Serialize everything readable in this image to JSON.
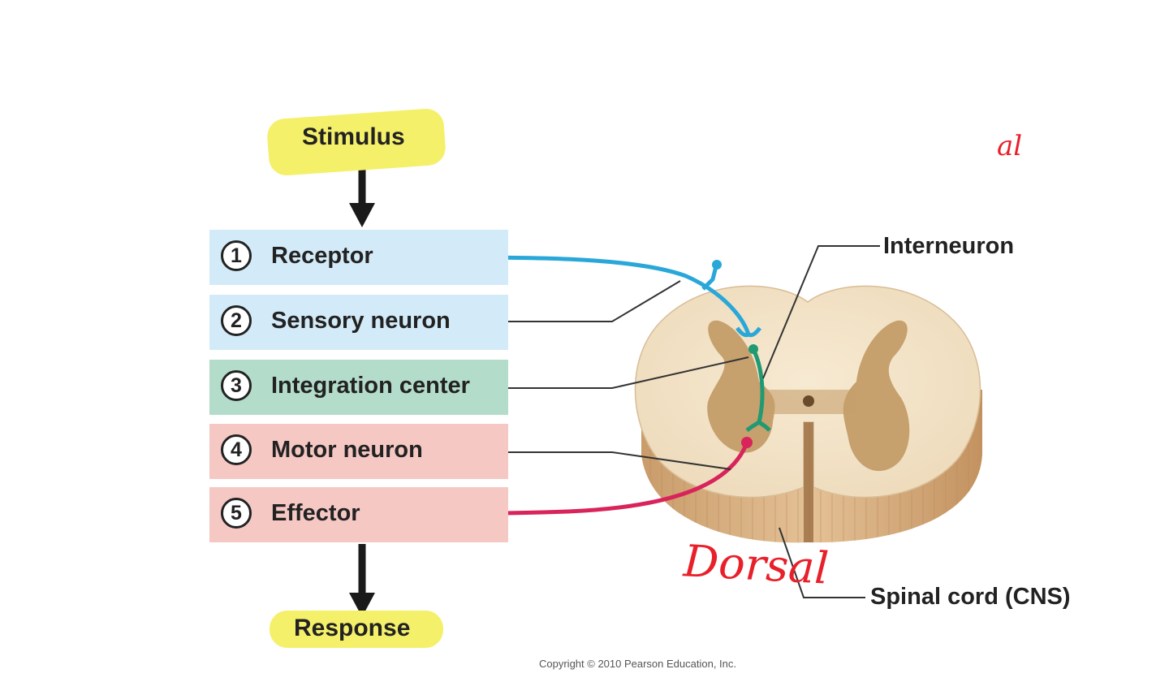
{
  "stimulus": "Stimulus",
  "response": "Response",
  "steps": [
    {
      "number": "1",
      "label": "Receptor",
      "color": "#d3ebf8"
    },
    {
      "number": "2",
      "label": "Sensory neuron",
      "color": "#d3ebf8"
    },
    {
      "number": "3",
      "label": "Integration center",
      "color": "#b4dccb"
    },
    {
      "number": "4",
      "label": "Motor neuron",
      "color": "#f6c8c4"
    },
    {
      "number": "5",
      "label": "Effector",
      "color": "#f6c8c4"
    }
  ],
  "labels": {
    "interneuron": "Interneuron",
    "spinal_cord": "Spinal cord (CNS)"
  },
  "annotations": {
    "dorsal": "Dorsal",
    "corner_mark": "al"
  },
  "copyright": "Copyright © 2010 Pearson Education, Inc.",
  "colors": {
    "sensory": "#2aa7d9",
    "interneuron": "#1f9a72",
    "motor": "#d8245a",
    "highlight": "#f5f06a",
    "annotation": "#e8202a"
  }
}
